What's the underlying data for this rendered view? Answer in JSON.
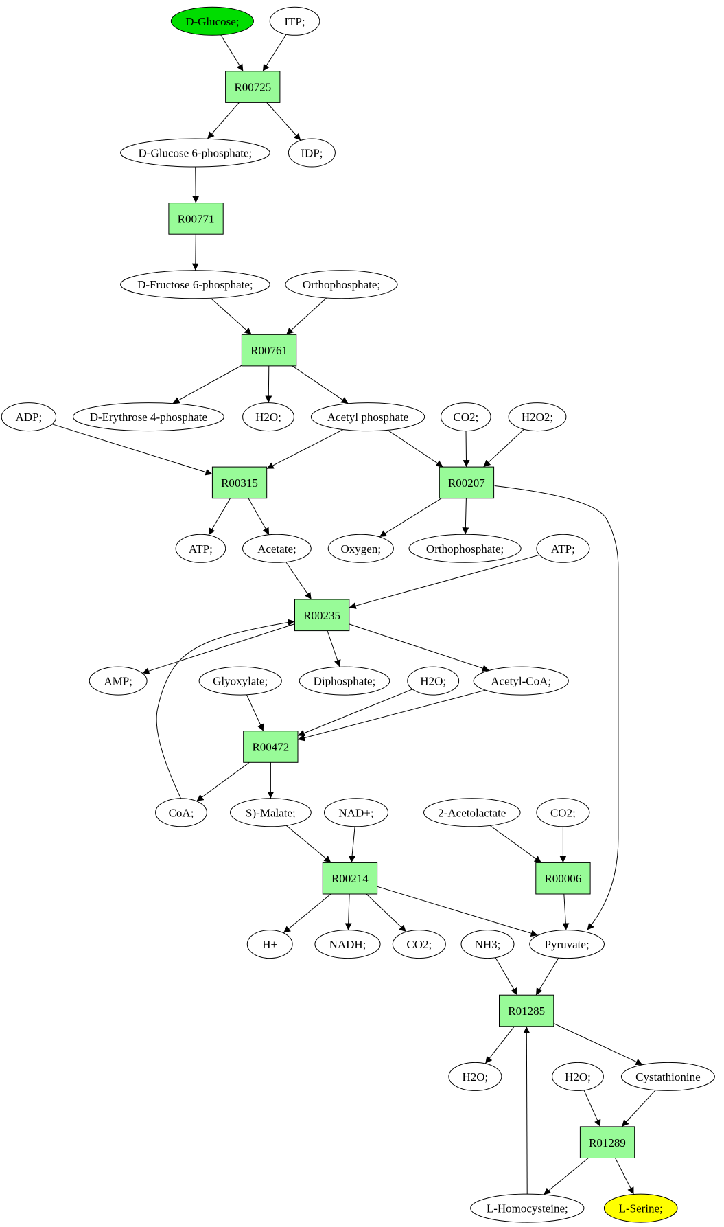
{
  "colors": {
    "reaction_fill": "#98fb98",
    "start_fill": "#00dd00",
    "end_fill": "#ffff00",
    "metabolite_fill": "#ffffff",
    "stroke": "#000000"
  },
  "nodes": [
    {
      "id": "dglucose",
      "kind": "metabolite",
      "label": "D-Glucose;",
      "fill": "start"
    },
    {
      "id": "itp",
      "kind": "metabolite",
      "label": "ITP;"
    },
    {
      "id": "r00725",
      "kind": "reaction",
      "label": "R00725"
    },
    {
      "id": "g6p",
      "kind": "metabolite",
      "label": "D-Glucose 6-phosphate;"
    },
    {
      "id": "idp",
      "kind": "metabolite",
      "label": "IDP;"
    },
    {
      "id": "r00771",
      "kind": "reaction",
      "label": "R00771"
    },
    {
      "id": "f6p",
      "kind": "metabolite",
      "label": "D-Fructose 6-phosphate;"
    },
    {
      "id": "orthop1",
      "kind": "metabolite",
      "label": "Orthophosphate;"
    },
    {
      "id": "r00761",
      "kind": "reaction",
      "label": "R00761"
    },
    {
      "id": "adp",
      "kind": "metabolite",
      "label": "ADP;"
    },
    {
      "id": "e4p",
      "kind": "metabolite",
      "label": "D-Erythrose 4-phosphate"
    },
    {
      "id": "h2o1",
      "kind": "metabolite",
      "label": "H2O;"
    },
    {
      "id": "acp",
      "kind": "metabolite",
      "label": "Acetyl phosphate"
    },
    {
      "id": "co2a",
      "kind": "metabolite",
      "label": "CO2;"
    },
    {
      "id": "h2o2",
      "kind": "metabolite",
      "label": "H2O2;"
    },
    {
      "id": "r00315",
      "kind": "reaction",
      "label": "R00315"
    },
    {
      "id": "r00207",
      "kind": "reaction",
      "label": "R00207"
    },
    {
      "id": "atp1",
      "kind": "metabolite",
      "label": "ATP;"
    },
    {
      "id": "acetate",
      "kind": "metabolite",
      "label": "Acetate;"
    },
    {
      "id": "oxygen",
      "kind": "metabolite",
      "label": "Oxygen;"
    },
    {
      "id": "orthop2",
      "kind": "metabolite",
      "label": "Orthophosphate;"
    },
    {
      "id": "atp2",
      "kind": "metabolite",
      "label": "ATP;"
    },
    {
      "id": "r00235",
      "kind": "reaction",
      "label": "R00235"
    },
    {
      "id": "amp",
      "kind": "metabolite",
      "label": "AMP;"
    },
    {
      "id": "glyox",
      "kind": "metabolite",
      "label": "Glyoxylate;"
    },
    {
      "id": "diphos",
      "kind": "metabolite",
      "label": "Diphosphate;"
    },
    {
      "id": "h2o3",
      "kind": "metabolite",
      "label": "H2O;"
    },
    {
      "id": "accoa",
      "kind": "metabolite",
      "label": "Acetyl-CoA;"
    },
    {
      "id": "r00472",
      "kind": "reaction",
      "label": "R00472"
    },
    {
      "id": "coa",
      "kind": "metabolite",
      "label": "CoA;"
    },
    {
      "id": "malate",
      "kind": "metabolite",
      "label": "S)-Malate;"
    },
    {
      "id": "nadp",
      "kind": "metabolite",
      "label": "NAD+;"
    },
    {
      "id": "acetolactate",
      "kind": "metabolite",
      "label": "2-Acetolactate"
    },
    {
      "id": "co2b",
      "kind": "metabolite",
      "label": "CO2;"
    },
    {
      "id": "r00214",
      "kind": "reaction",
      "label": "R00214"
    },
    {
      "id": "r00006",
      "kind": "reaction",
      "label": "R00006"
    },
    {
      "id": "hplus",
      "kind": "metabolite",
      "label": "H+"
    },
    {
      "id": "nadh",
      "kind": "metabolite",
      "label": "NADH;"
    },
    {
      "id": "co2c",
      "kind": "metabolite",
      "label": "CO2;"
    },
    {
      "id": "nh3",
      "kind": "metabolite",
      "label": "NH3;"
    },
    {
      "id": "pyruvate",
      "kind": "metabolite",
      "label": "Pyruvate;"
    },
    {
      "id": "r01285",
      "kind": "reaction",
      "label": "R01285"
    },
    {
      "id": "h2o4",
      "kind": "metabolite",
      "label": "H2O;"
    },
    {
      "id": "h2o5",
      "kind": "metabolite",
      "label": "H2O;"
    },
    {
      "id": "cysth",
      "kind": "metabolite",
      "label": "Cystathionine"
    },
    {
      "id": "r01289",
      "kind": "reaction",
      "label": "R01289"
    },
    {
      "id": "lhcys",
      "kind": "metabolite",
      "label": "L-Homocysteine;"
    },
    {
      "id": "lserine",
      "kind": "metabolite",
      "label": "L-Serine;",
      "fill": "end"
    }
  ],
  "edges": [
    {
      "from": "dglucose",
      "to": "r00725"
    },
    {
      "from": "itp",
      "to": "r00725"
    },
    {
      "from": "r00725",
      "to": "g6p"
    },
    {
      "from": "r00725",
      "to": "idp"
    },
    {
      "from": "g6p",
      "to": "r00771"
    },
    {
      "from": "r00771",
      "to": "f6p"
    },
    {
      "from": "f6p",
      "to": "r00761"
    },
    {
      "from": "orthop1",
      "to": "r00761"
    },
    {
      "from": "r00761",
      "to": "e4p"
    },
    {
      "from": "r00761",
      "to": "h2o1"
    },
    {
      "from": "r00761",
      "to": "acp"
    },
    {
      "from": "adp",
      "to": "r00315"
    },
    {
      "from": "acp",
      "to": "r00315"
    },
    {
      "from": "acp",
      "to": "r00207"
    },
    {
      "from": "co2a",
      "to": "r00207"
    },
    {
      "from": "h2o2",
      "to": "r00207"
    },
    {
      "from": "r00315",
      "to": "atp1"
    },
    {
      "from": "r00315",
      "to": "acetate"
    },
    {
      "from": "r00207",
      "to": "oxygen"
    },
    {
      "from": "r00207",
      "to": "orthop2"
    },
    {
      "from": "r00207",
      "to": "pyruvate"
    },
    {
      "from": "acetate",
      "to": "r00235"
    },
    {
      "from": "atp2",
      "to": "r00235"
    },
    {
      "from": "coa",
      "to": "r00235"
    },
    {
      "from": "r00235",
      "to": "amp"
    },
    {
      "from": "r00235",
      "to": "diphos"
    },
    {
      "from": "r00235",
      "to": "accoa"
    },
    {
      "from": "glyox",
      "to": "r00472"
    },
    {
      "from": "h2o3",
      "to": "r00472"
    },
    {
      "from": "accoa",
      "to": "r00472"
    },
    {
      "from": "r00472",
      "to": "coa"
    },
    {
      "from": "r00472",
      "to": "malate"
    },
    {
      "from": "malate",
      "to": "r00214"
    },
    {
      "from": "nadp",
      "to": "r00214"
    },
    {
      "from": "acetolactate",
      "to": "r00006"
    },
    {
      "from": "co2b",
      "to": "r00006"
    },
    {
      "from": "r00214",
      "to": "hplus"
    },
    {
      "from": "r00214",
      "to": "nadh"
    },
    {
      "from": "r00214",
      "to": "co2c"
    },
    {
      "from": "r00214",
      "to": "pyruvate"
    },
    {
      "from": "r00006",
      "to": "pyruvate"
    },
    {
      "from": "nh3",
      "to": "r01285"
    },
    {
      "from": "pyruvate",
      "to": "r01285"
    },
    {
      "from": "lhcys",
      "to": "r01285"
    },
    {
      "from": "r01285",
      "to": "h2o4"
    },
    {
      "from": "r01285",
      "to": "cysth"
    },
    {
      "from": "h2o5",
      "to": "r01289"
    },
    {
      "from": "cysth",
      "to": "r01289"
    },
    {
      "from": "r01289",
      "to": "lhcys"
    },
    {
      "from": "r01289",
      "to": "lserine"
    }
  ]
}
